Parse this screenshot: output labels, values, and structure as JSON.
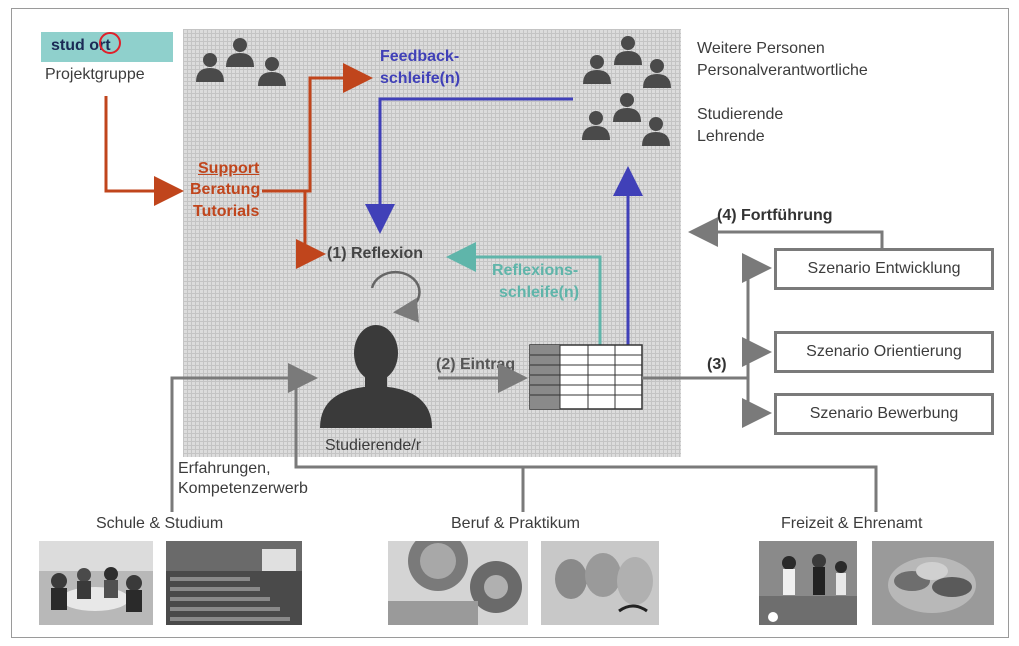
{
  "logo": {
    "text": "stud ort",
    "caption": "Projektgruppe"
  },
  "people": {
    "line1": "Weitere Personen",
    "line2": "Personalverantwortliche",
    "line3": "Studierende",
    "line4": "Lehrende"
  },
  "feedback": {
    "line1": "Feedback-",
    "line2": "schleife(n)"
  },
  "support": {
    "line1": "Support",
    "line2": "Beratung",
    "line3": "Tutorials"
  },
  "reflexion_label": "(1) Reflexion",
  "reflexionsschleife": {
    "line1": "Reflexions-",
    "line2": "schleife(n)"
  },
  "fortfuehrung_label": "(4) Fortführung",
  "eintrag_label": "(2) Eintrag",
  "step3_label": "(3)",
  "student_label": "Studierende/r",
  "erfahrungen": {
    "line1": "Erfahrungen,",
    "line2": "Kompetenzerwerb"
  },
  "scenarios": [
    "Szenario Entwicklung",
    "Szenario Orientierung",
    "Szenario Bewerbung"
  ],
  "sources": [
    "Schule & Studium",
    "Beruf & Praktikum",
    "Freizeit & Ehrenamt"
  ],
  "colors": {
    "red": "#c0451c",
    "blue": "#4040b8",
    "teal": "#5fb5aa",
    "gray": "#7a7a7a"
  }
}
